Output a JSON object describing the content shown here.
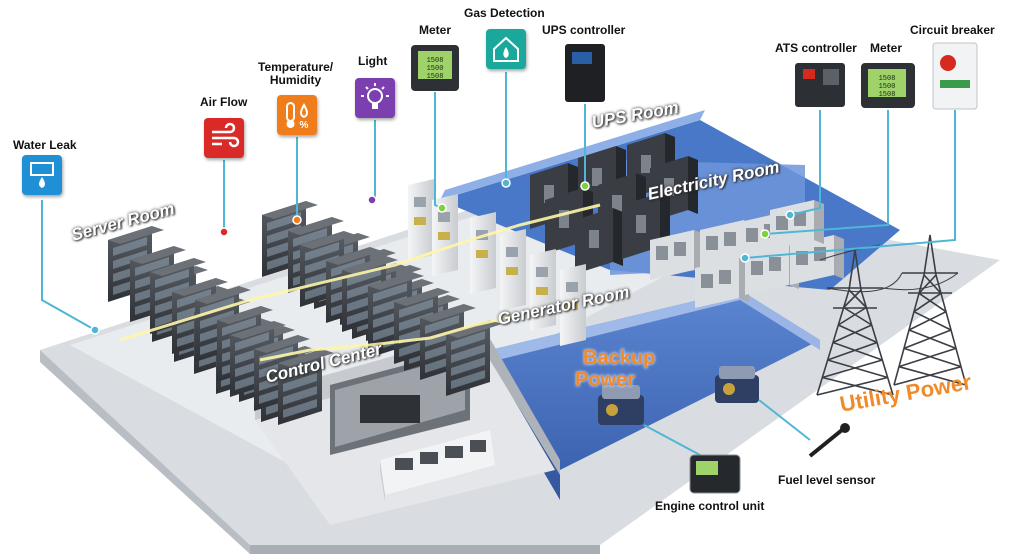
{
  "sensors": {
    "water_leak": "Water Leak",
    "air_flow": "Air Flow",
    "temperature_humidity": [
      "Temperature/",
      "Humidity"
    ],
    "light": "Light",
    "meter_left": "Meter",
    "gas_detection": "Gas Detection",
    "ups_controller": "UPS controller",
    "ats_controller": "ATS controller",
    "meter_right": "Meter",
    "circuit_breaker": "Circuit breaker",
    "fuel_level_sensor": "Fuel level sensor",
    "engine_control_unit": "Engine control unit"
  },
  "rooms": {
    "server_room": "Server Room",
    "ups_room": "UPS Room",
    "electricity_room": "Electricity Room",
    "generator_room": "Generator Room",
    "control_center": "Control Center"
  },
  "power": {
    "backup": [
      "Backup",
      "Power"
    ],
    "utility": "Utility Power"
  },
  "meter_readout": [
    "1508",
    "1500",
    "1508"
  ],
  "colors": {
    "water_leak_tile": "#1f8fd6",
    "air_flow_tile": "#d92a27",
    "temperature_tile": "#f07d1c",
    "light_tile": "#7b3fb0",
    "gas_tile": "#1aa89c",
    "floor": "#e9ecef",
    "room_floor_blue": "#4a78c8",
    "connector_line": "#4fb6d6",
    "utility_orange": "#f08a2a"
  },
  "icons": [
    "water-leak-icon",
    "air-flow-icon",
    "thermometer-humidity-icon",
    "light-bulb-icon",
    "gas-house-icon",
    "power-tower-icon"
  ]
}
